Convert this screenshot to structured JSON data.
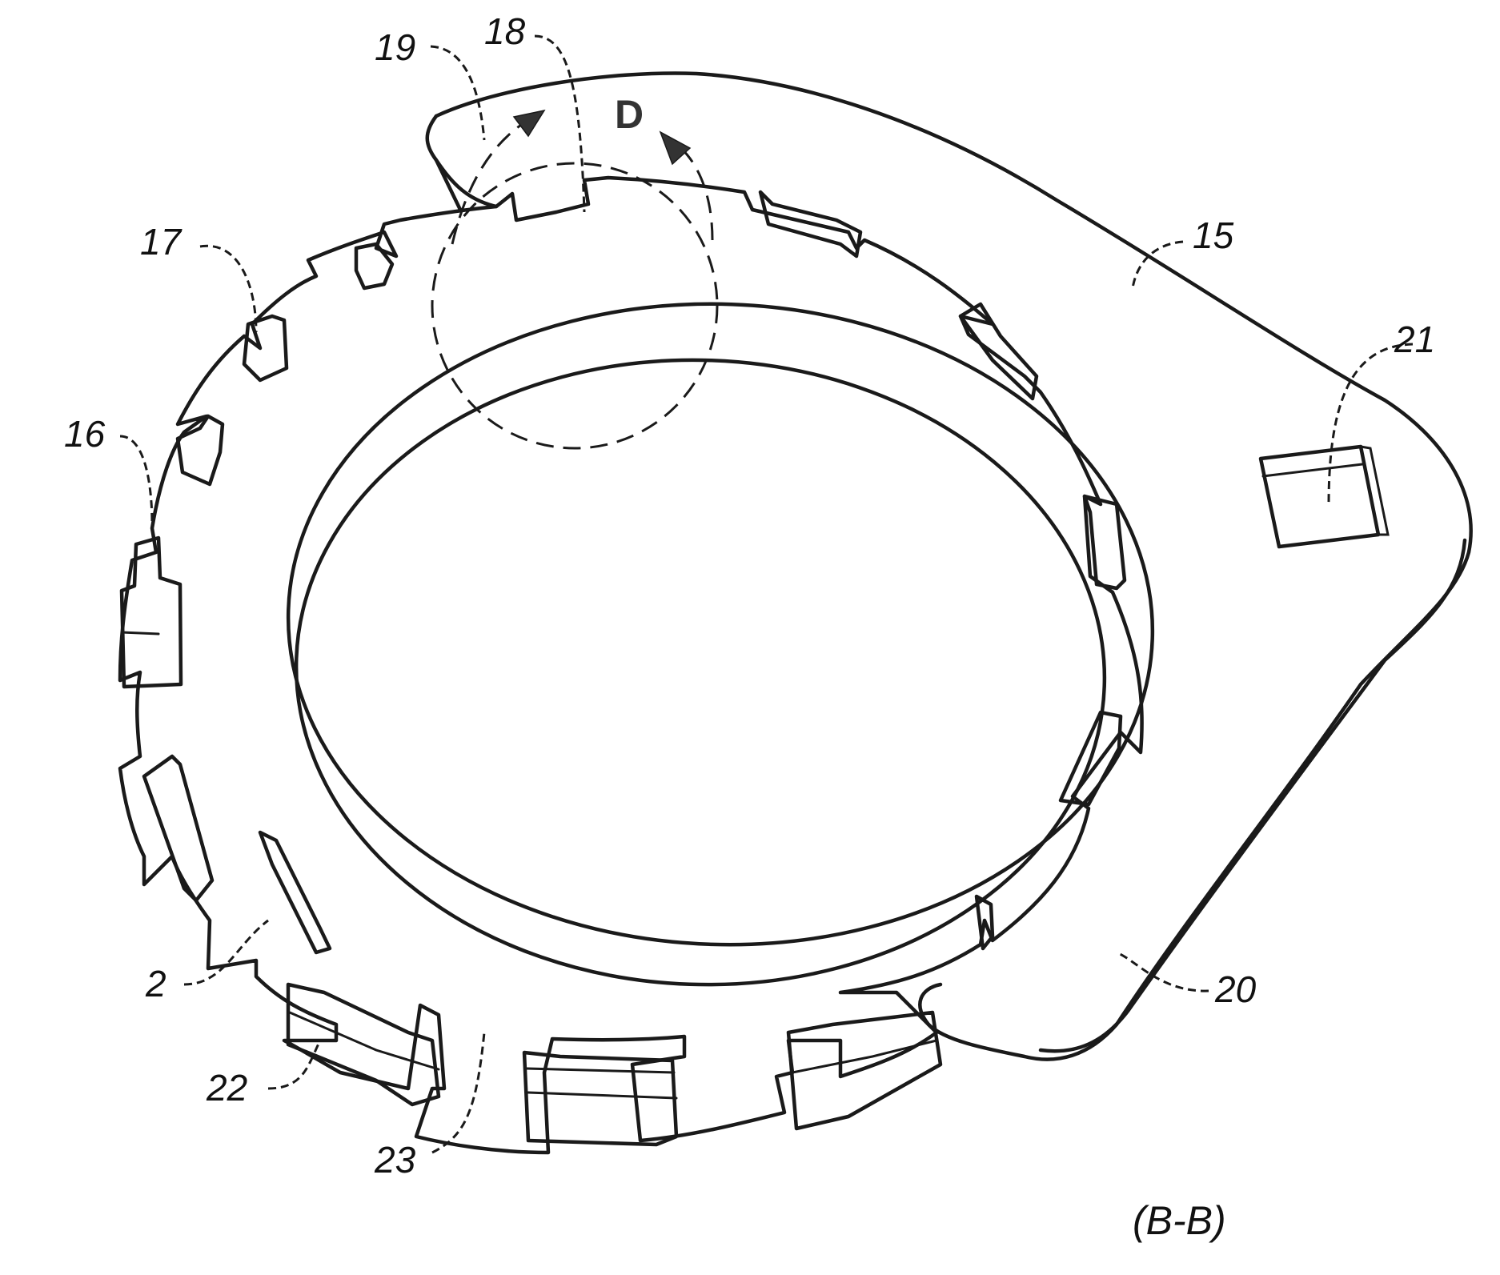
{
  "figure": {
    "view_label": "(B-B)",
    "detail_label": "D",
    "reference_numerals": {
      "r2": "2",
      "r15": "15",
      "r16": "16",
      "r17": "17",
      "r18": "18",
      "r19": "19",
      "r20": "20",
      "r21": "21",
      "r22": "22",
      "r23": "23"
    }
  }
}
